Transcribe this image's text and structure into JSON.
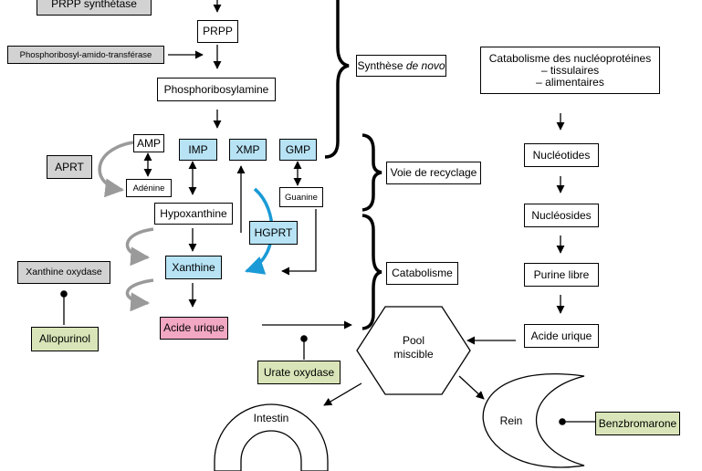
{
  "enzymes": {
    "prpp_synthetase": "PRPP synthétase",
    "amido_transferase": "Phosphoribosyl-amido-transférase",
    "aprt": "APRT",
    "hgprt": "HGPRT",
    "xanthine_oxydase": "Xanthine oxydase",
    "urate_oxydase": "Urate oxydase"
  },
  "drugs": {
    "allopurinol": "Allopurinol",
    "benzbromarone": "Benzbromarone"
  },
  "metabolites": {
    "prpp": "PRPP",
    "phosphoribosylamine": "Phosphoribosylamine",
    "amp": "AMP",
    "adenine": "Adénine",
    "imp": "IMP",
    "xmp": "XMP",
    "gmp": "GMP",
    "guanine": "Guanine",
    "hypoxanthine": "Hypoxanthine",
    "xanthine": "Xanthine",
    "acide_urique": "Acide urique"
  },
  "pathways": {
    "de_novo_prefix": "Synthèse ",
    "de_novo_italic": "de novo",
    "recyclage": "Voie de recyclage",
    "catabolisme": "Catabolisme"
  },
  "right_column": {
    "catabolisme_line1": "Catabolisme des nucléoprotéines",
    "catabolisme_line2": "– tissulaires",
    "catabolisme_line3": "– alimentaires",
    "nucleotides": "Nucléotides",
    "nucleosides": "Nucléosides",
    "purine_libre": "Purine libre",
    "acide_urique": "Acide urique"
  },
  "organs": {
    "pool_line1": "Pool",
    "pool_line2": "miscible",
    "intestin": "Intestin",
    "rein": "Rein"
  },
  "colors": {
    "enzyme_gray": "#d2d2d2",
    "metabolite_blue": "#b7e3f5",
    "drug_green": "#d9e5b8",
    "uric_pink": "#f2a7c3",
    "hgprt_arrow": "#1a9ad6",
    "recycle_arrow": "#9a9a9a"
  }
}
